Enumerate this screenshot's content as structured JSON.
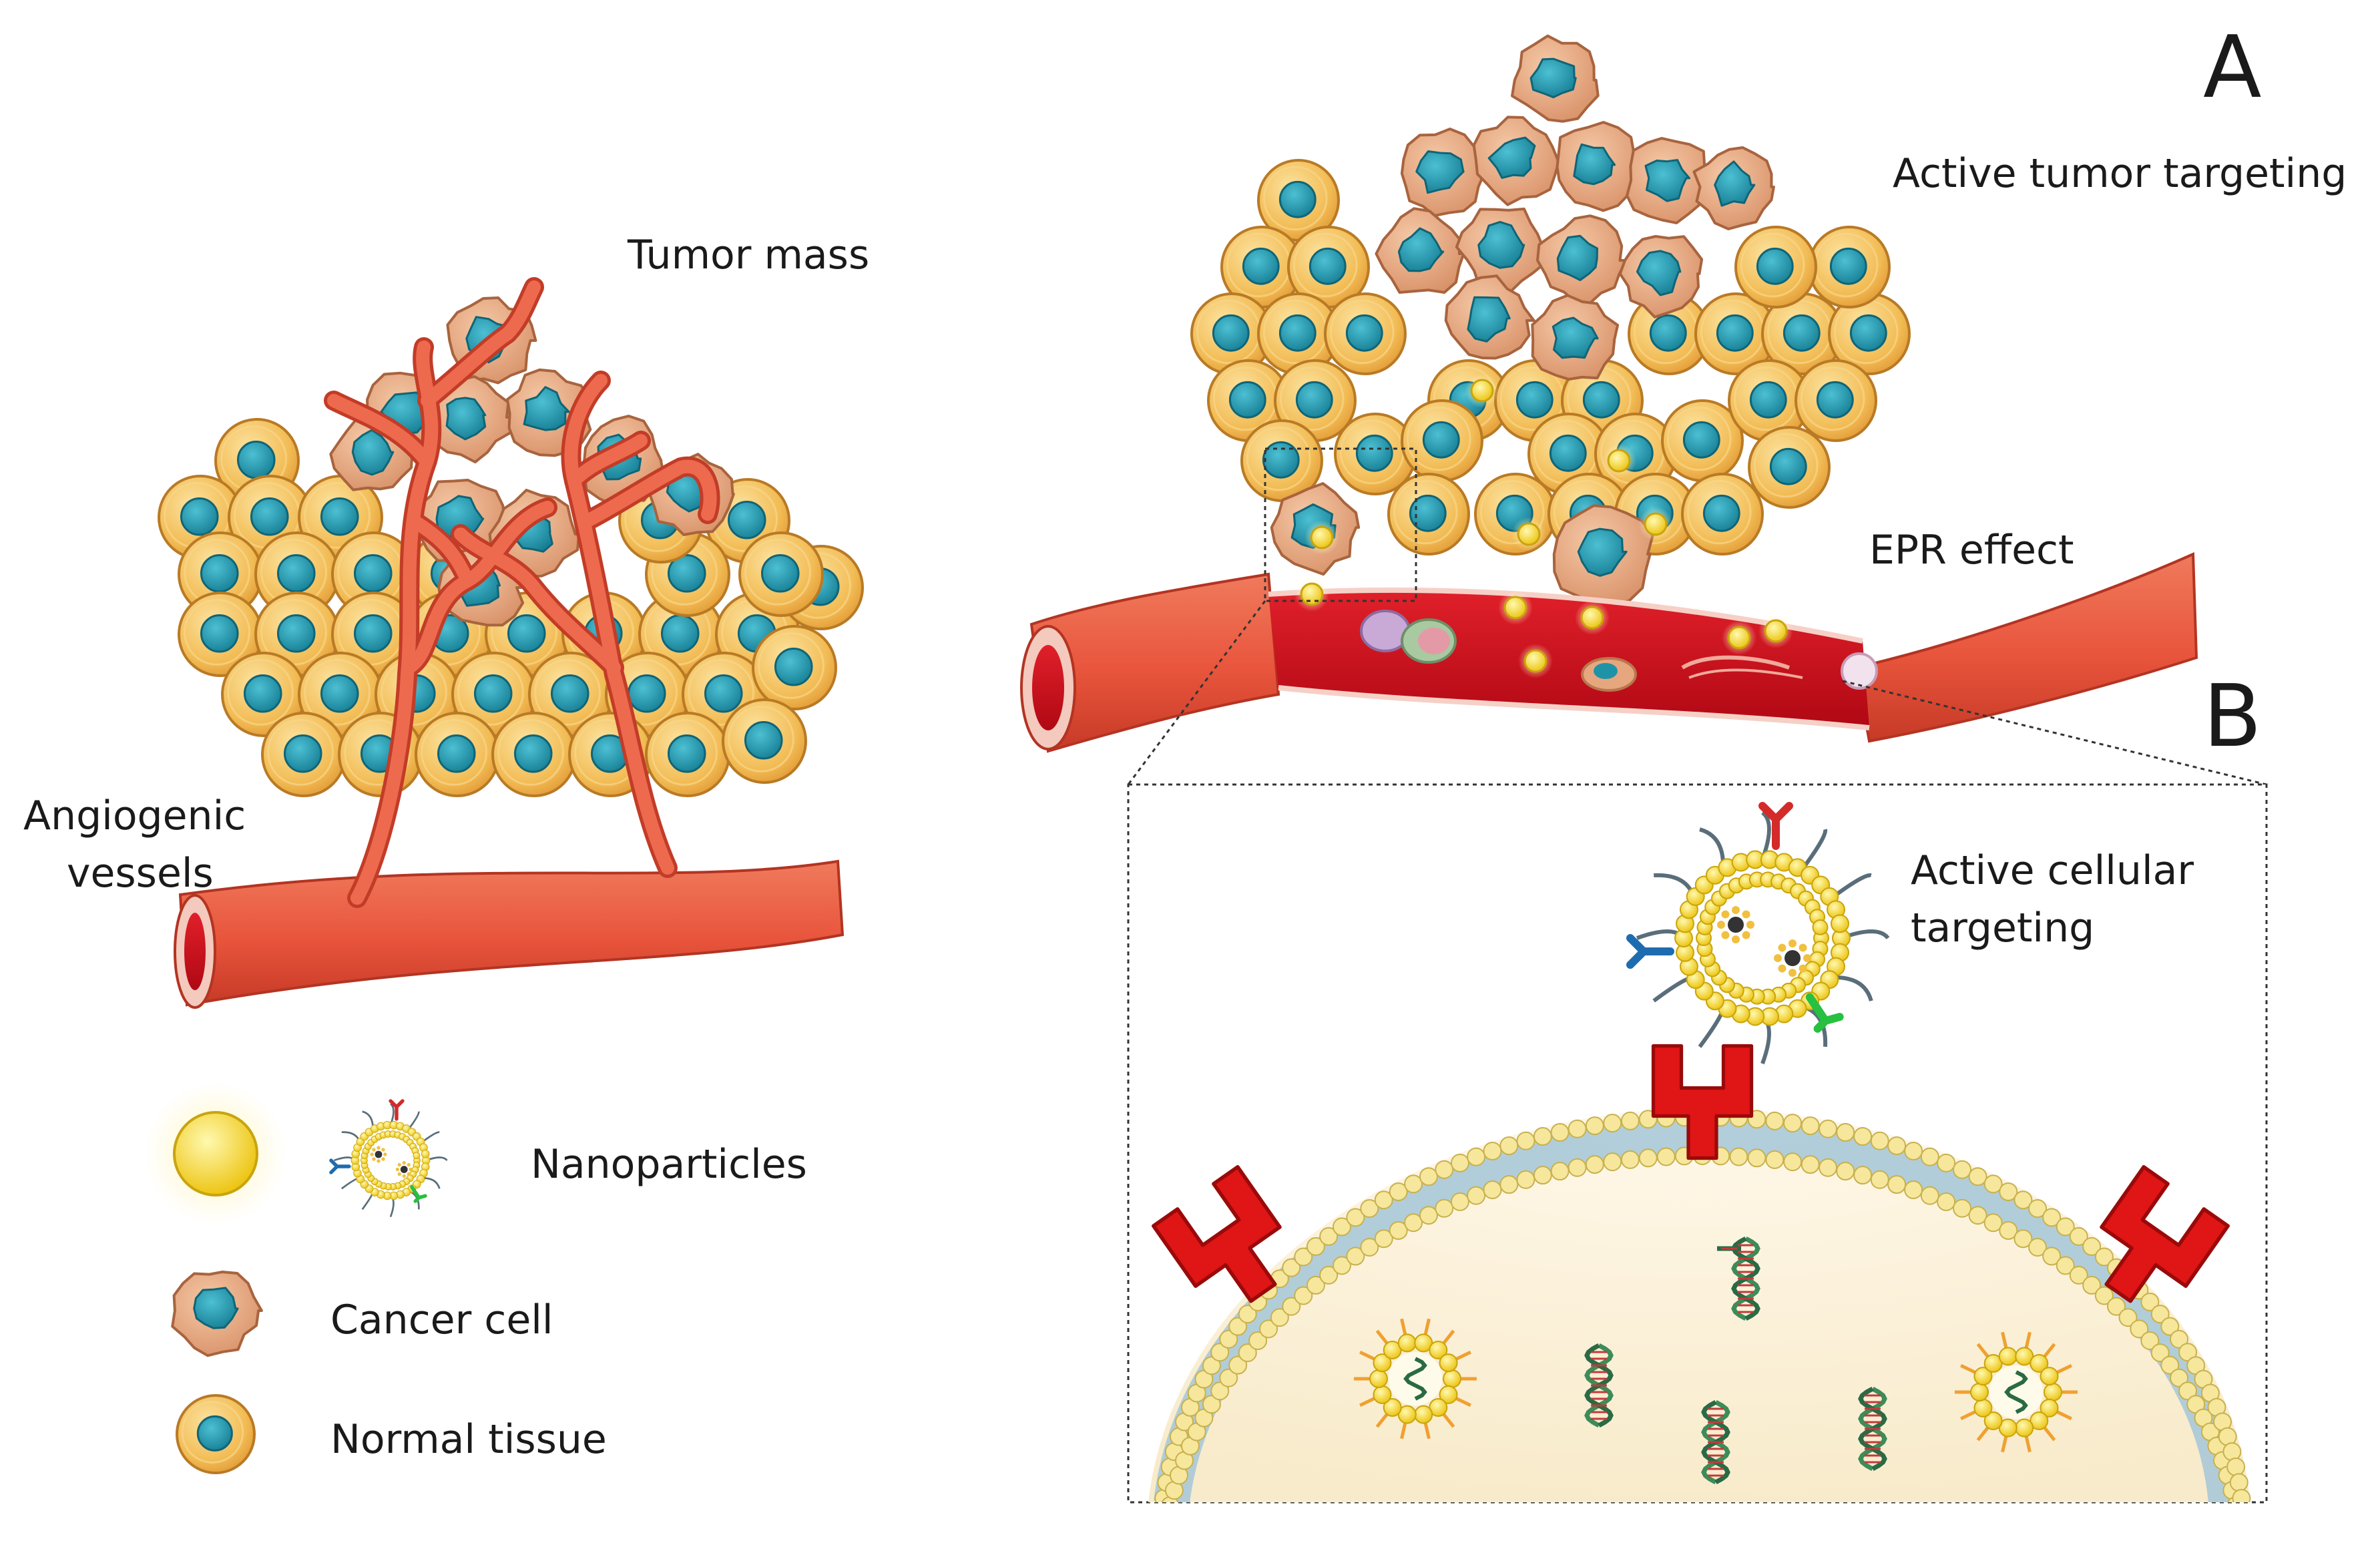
{
  "labels": {
    "panel_a": "A",
    "panel_b": "B",
    "tumor_mass": "Tumor mass",
    "active_tumor_targeting": "Active tumor targeting",
    "epr_effect": "EPR effect",
    "angiogenic_line1": "Angiogenic",
    "angiogenic_line2": "vessels",
    "active_cellular_line1": "Active cellular",
    "active_cellular_line2": "targeting"
  },
  "legend": {
    "nanoparticles": "Nanoparticles",
    "cancer_cell": "Cancer cell",
    "normal_tissue": "Normal tissue"
  },
  "colors": {
    "normal_cell_fill": "#F2BC55",
    "normal_cell_edge": "#C8862C",
    "nucleus": "#1E93A8",
    "cancer_cell_fill": "#E7A77E",
    "cancer_cell_edge": "#B9774F",
    "vessel": "#E8543C",
    "vessel_lumen": "#C4101E",
    "receptor": "#E01515",
    "nanoparticle": "#F7E03A",
    "membrane_lipid": "#F6E79C",
    "cytoplasm": "#FBF2DF"
  }
}
